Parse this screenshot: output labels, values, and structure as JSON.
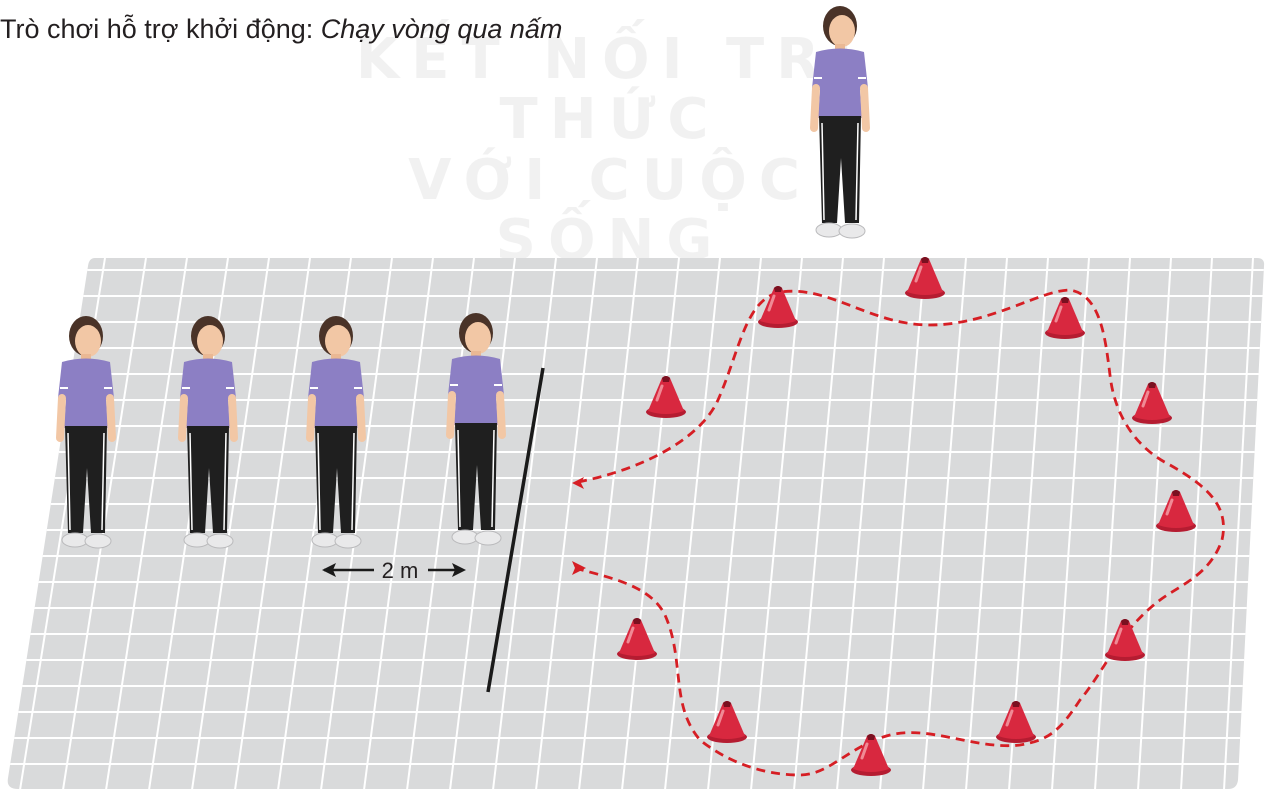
{
  "title": {
    "prefix": "Trò chơi hỗ trợ khởi động: ",
    "game_name": "Chạy vòng qua nấm"
  },
  "watermark": {
    "line1": "KẾT NỐI TRI THỨC",
    "line2": "VỚI CUỘC SỐNG"
  },
  "distance_label": "2 m",
  "colors": {
    "floor": "#d9dadb",
    "grid_line": "#ffffff",
    "shirt": "#8c7fc4",
    "pants": "#1f1f1f",
    "cone": "#d8283f",
    "path": "#d61e24"
  },
  "icons": [
    "cone-icon",
    "arrowhead-icon",
    "student-figure"
  ]
}
